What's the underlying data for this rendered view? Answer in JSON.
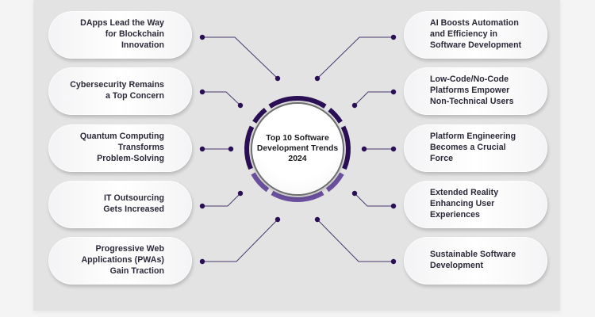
{
  "title": "Top 10 Software\nDevelopment Trends\n2024",
  "colors": {
    "ring_dark": "#2a0f55",
    "ring_light": "#6a4f9e",
    "connector": "#2a0f55",
    "panel": "#e3e3e3",
    "text": "#2b2838"
  },
  "left_trends": [
    {
      "label": "DApps Lead the Way\nfor Blockchain\nInnovation"
    },
    {
      "label": "Cybersecurity Remains\na Top Concern"
    },
    {
      "label": "Quantum Computing\nTransforms\nProblem-Solving"
    },
    {
      "label": "IT Outsourcing\nGets Increased"
    },
    {
      "label": "Progressive Web\nApplications (PWAs)\nGain Traction"
    }
  ],
  "right_trends": [
    {
      "label": "AI Boosts Automation\nand Efficiency in\nSoftware Development"
    },
    {
      "label": "Low-Code/No-Code\nPlatforms Empower\nNon-Technical Users"
    },
    {
      "label": "Platform Engineering\nBecomes a Crucial\nForce"
    },
    {
      "label": "Extended Reality\nEnhancing User\nExperiences"
    },
    {
      "label": "Sustainable Software\nDevelopment"
    }
  ]
}
